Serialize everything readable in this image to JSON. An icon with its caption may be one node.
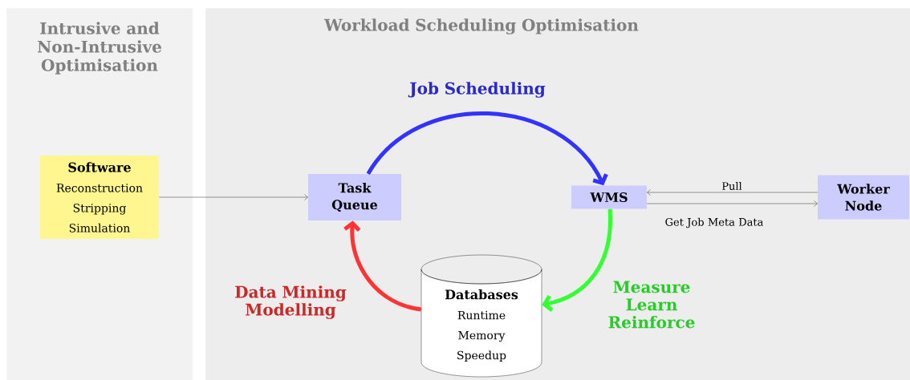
{
  "diagram": {
    "nodes": [
      {
        "text": [
          "Intrusive and Non-Intrusive Optimisation"
        ]
      },
      {
        "text": [
          "Workload Scheduling Optimisation"
        ]
      },
      {
        "text": [
          "Software",
          "Reconstruction Stripping Simulation"
        ],
        "in": 0
      },
      {
        "text": [
          "Task Queue"
        ],
        "in": 1
      },
      {
        "text": [
          "WMS"
        ],
        "in": 1
      },
      {
        "text": [
          "Worker Node"
        ],
        "in": 1
      },
      {
        "text": [
          "Databases",
          "Runtime Memory Speedup"
        ],
        "in": 1
      }
    ],
    "edges": [
      {
        "from": 2,
        "to": 3,
        "arrow": "to"
      },
      {
        "from": 3,
        "to": 4,
        "arrow": "to",
        "label": "Job Scheduling",
        "style": "thick",
        "color": "#3333ff"
      },
      {
        "from": 4,
        "to": 6,
        "arrow": "to",
        "label": "Measure Learn Reinforce",
        "style": "thick",
        "color": "#33ff33"
      },
      {
        "from": 6,
        "to": 3,
        "arrow": "to",
        "label": "Data Mining Modelling",
        "style": "thick",
        "color": "#ff3333"
      },
      {
        "from": 5,
        "to": 4,
        "arrow": "to",
        "label": "Pull"
      },
      {
        "from": 4,
        "to": 5,
        "arrow": "to",
        "label": "Get Job Meta Data"
      }
    ]
  }
}
